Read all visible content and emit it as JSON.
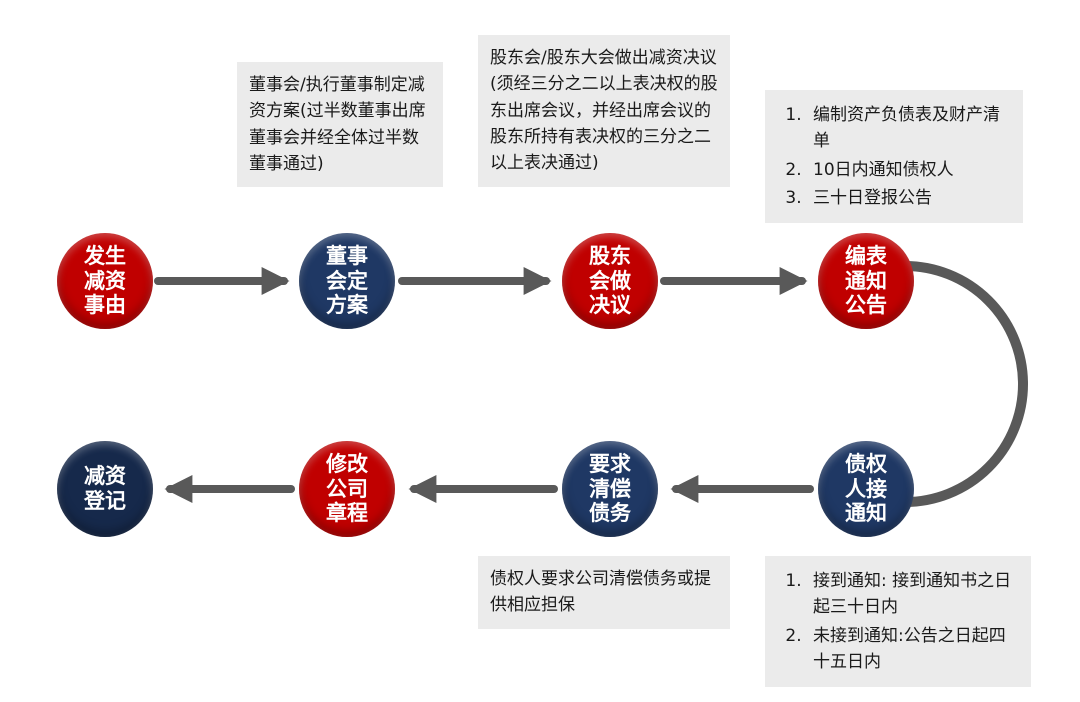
{
  "colors": {
    "red": "#c00000",
    "blue": "#1f3864",
    "navy": "#16294b",
    "arrow": "#595959",
    "note_bg": "#ebebeb",
    "note_text": "#1a1a1a"
  },
  "nodes": [
    {
      "id": "reduction-event",
      "label": "发生\n减资\n事由",
      "color": "red"
    },
    {
      "id": "board-plan",
      "label": "董事\n会定\n方案",
      "color": "blue"
    },
    {
      "id": "shareholder-resolution",
      "label": "股东\n会做\n决议",
      "color": "red"
    },
    {
      "id": "prepare-notify-announce",
      "label": "编表\n通知\n公告",
      "color": "red"
    },
    {
      "id": "creditor-receives-notice",
      "label": "债权\n人接\n通知",
      "color": "blue"
    },
    {
      "id": "demand-repayment",
      "label": "要求\n清偿\n债务",
      "color": "blue"
    },
    {
      "id": "amend-articles",
      "label": "修改\n公司\n章程",
      "color": "red"
    },
    {
      "id": "reduction-registration",
      "label": "减资\n登记",
      "color": "navy"
    }
  ],
  "notes": {
    "board": "董事会/执行董事制定减资方案(过半数董事出席董事会并经全体过半数董事通过)",
    "shareholder": "股东会/股东大会做出减资决议(须经三分之二以上表决权的股东出席会议，并经出席会议的股东所持有表决权的三分之二以上表决通过)",
    "announce_steps": [
      "编制资产负债表及财产清单",
      "10日内通知债权人",
      "三十日登报公告"
    ],
    "repay": "债权人要求公司清偿债务或提供相应担保",
    "creditor_deadlines": [
      "接到通知: 接到通知书之日起三十日内",
      "未接到通知:公告之日起四十五日内"
    ]
  }
}
